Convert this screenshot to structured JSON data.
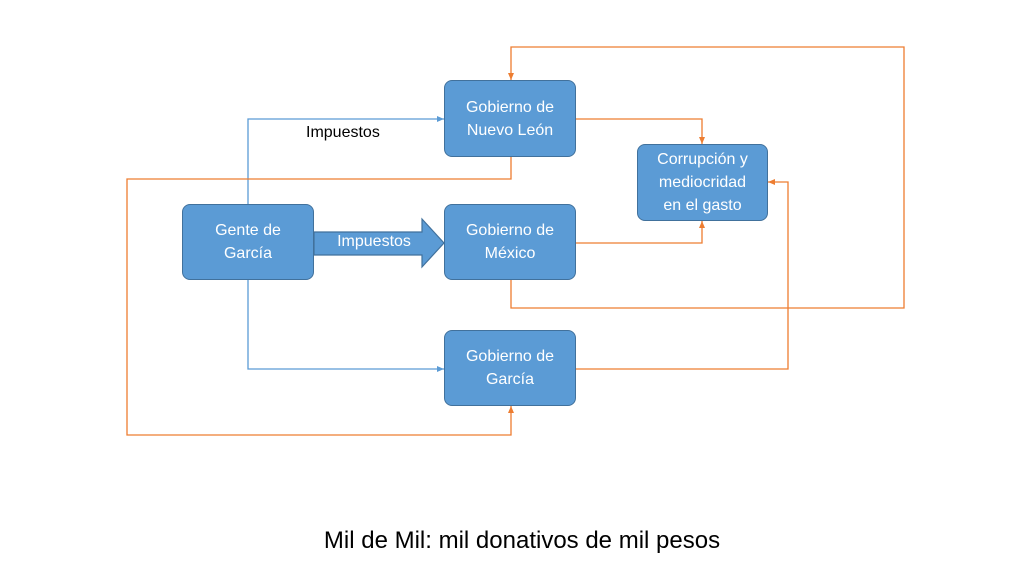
{
  "diagram": {
    "title": "Mil de Mil: mil donativos de mil pesos",
    "nodes": {
      "gente_garcia": "Gente de\nGarcía",
      "gobierno_nuevo_leon": "Gobierno de\nNuevo León",
      "gobierno_mexico": "Gobierno de\nMéxico",
      "gobierno_garcia": "Gobierno de\nGarcía",
      "corrupcion": "Corrupción y\nmediocridad\nen el gasto"
    },
    "edge_labels": {
      "impuestos_top": "Impuestos",
      "impuestos_arrow": "Impuestos"
    },
    "colors": {
      "node_fill": "#5b9bd5",
      "node_border": "#41719c",
      "tax_flow": "#5b9bd5",
      "money_flow": "#ed7d31"
    }
  }
}
